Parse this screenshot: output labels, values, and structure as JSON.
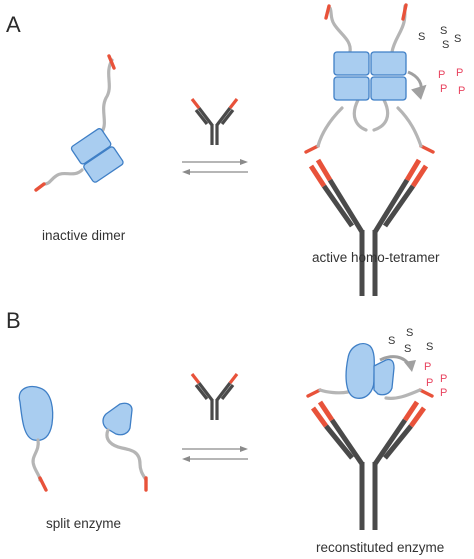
{
  "panels": {
    "a": {
      "letter": "A",
      "left_caption": "inactive dimer",
      "right_caption": "active homo-tetramer",
      "substrates": [
        "S",
        "S",
        "S",
        "S"
      ],
      "products": [
        "P",
        "P",
        "P",
        "P"
      ]
    },
    "b": {
      "letter": "B",
      "left_caption": "split enzyme",
      "right_caption": "reconstituted enzyme",
      "substrates": [
        "S",
        "S",
        "S",
        "S"
      ],
      "products": [
        "P",
        "P",
        "P",
        "P"
      ]
    }
  },
  "colors": {
    "domain_fill": "#a9cdf0",
    "domain_stroke": "#3f7fc6",
    "linker": "#b5b5b5",
    "tag_red": "#e8523a",
    "antibody_dark": "#4a4a4a",
    "product_pink": "#e8445f"
  }
}
